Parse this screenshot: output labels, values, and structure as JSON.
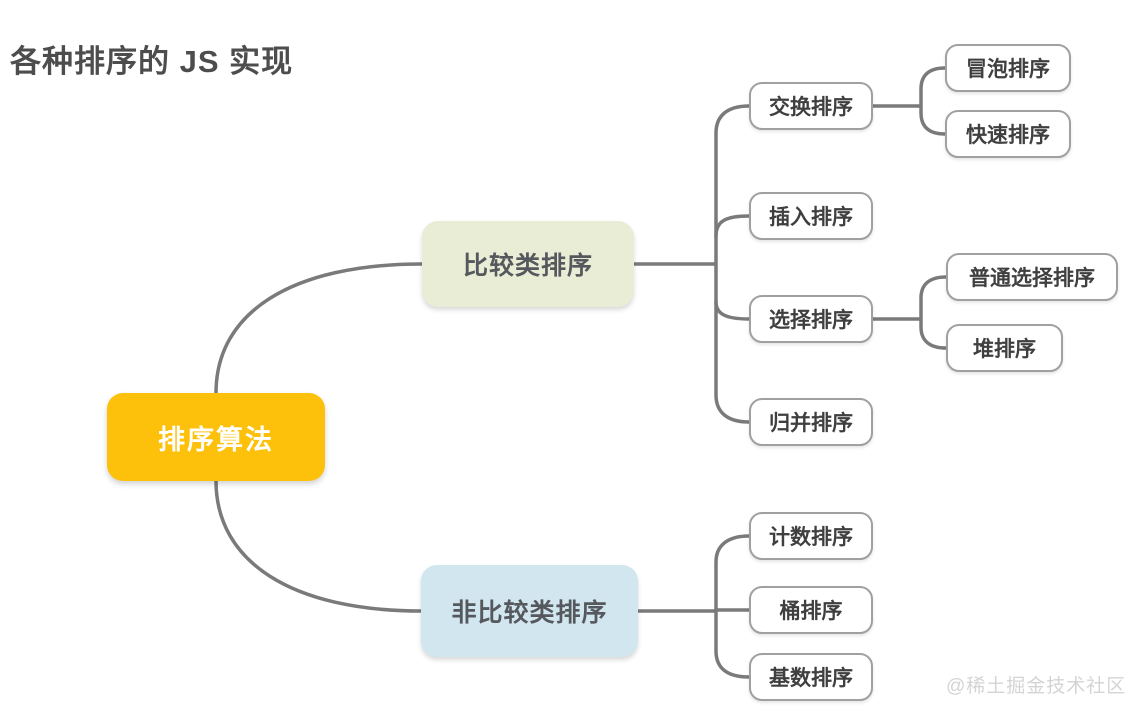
{
  "title": "各种排序的 JS 实现",
  "watermark": "@稀土掘金技术社区",
  "colors": {
    "root_bg": "#FDC10C",
    "root_text": "#FFFFFF",
    "comparison_branch_bg": "#E9EDD5",
    "non_comparison_branch_bg": "#D1E6EF",
    "branch_text": "#55585C",
    "leaf_bg": "#FFFFFF",
    "leaf_border": "#A0A0A0",
    "leaf_text": "#3F3F3F",
    "connector": "#7A7A7A",
    "title_text": "#4D4D4D",
    "watermark_text": "#D4D4D4"
  },
  "mindmap": {
    "root": {
      "label": "排序算法"
    },
    "branches": [
      {
        "label": "比较类排序",
        "children": [
          {
            "label": "交换排序",
            "children": [
              {
                "label": "冒泡排序"
              },
              {
                "label": "快速排序"
              }
            ]
          },
          {
            "label": "插入排序",
            "children": []
          },
          {
            "label": "选择排序",
            "children": [
              {
                "label": "普通选择排序"
              },
              {
                "label": "堆排序"
              }
            ]
          },
          {
            "label": "归并排序",
            "children": []
          }
        ]
      },
      {
        "label": "非比较类排序",
        "children": [
          {
            "label": "计数排序",
            "children": []
          },
          {
            "label": "桶排序",
            "children": []
          },
          {
            "label": "基数排序",
            "children": []
          }
        ]
      }
    ]
  }
}
